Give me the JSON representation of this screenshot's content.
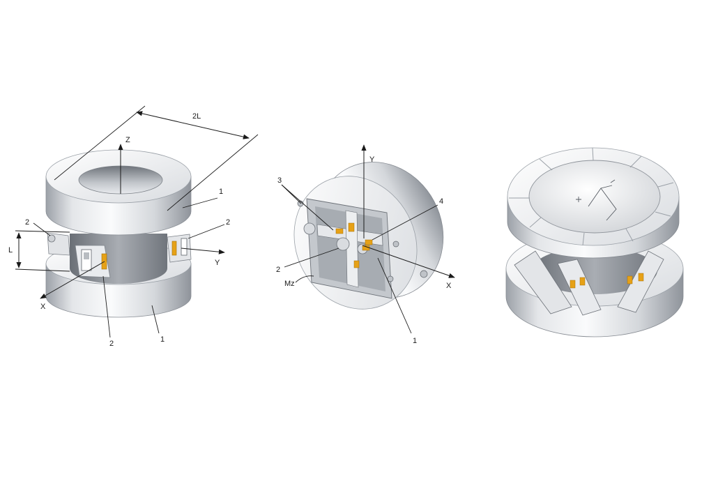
{
  "figures": [
    {
      "id": "sensor-a",
      "labels": {
        "axis_z": "Z",
        "axis_x": "X",
        "axis_y": "Y",
        "dim_2l": "2L",
        "dim_l": "L",
        "part_1_top": "1",
        "part_1_bottom": "1",
        "part_2_left": "2",
        "part_2_right": "2",
        "part_2_bottom": "2"
      }
    },
    {
      "id": "sensor-b",
      "labels": {
        "axis_y": "Y",
        "axis_x": "X",
        "moment": "Mz",
        "part_3": "3",
        "part_4": "4",
        "part_2": "2",
        "part_1": "1"
      }
    },
    {
      "id": "sensor-c",
      "labels": {}
    }
  ],
  "colors": {
    "metal_light": "#f2f3f5",
    "metal_mid": "#c9ccd1",
    "metal_dark": "#8e939a",
    "gauge": "#e6a117",
    "line": "#1a1a1a"
  }
}
